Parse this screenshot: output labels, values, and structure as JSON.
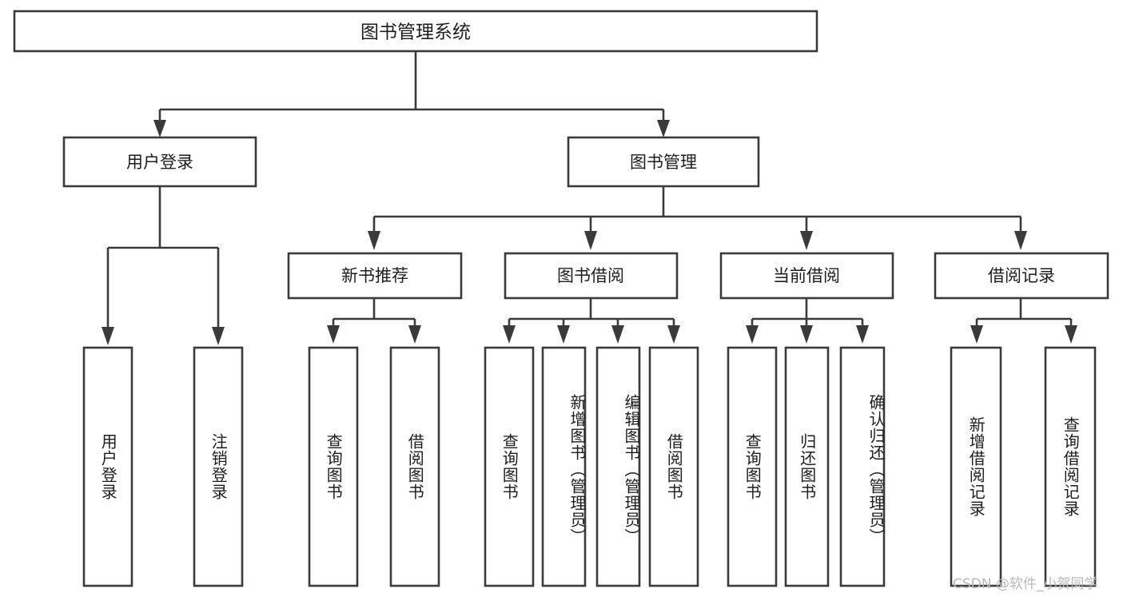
{
  "diagram": {
    "type": "tree-hierarchy-flowchart",
    "title": "图书管理系统",
    "root": {
      "id": "root",
      "label": "图书管理系统",
      "orientation": "horizontal"
    },
    "level1": [
      {
        "id": "user-login",
        "label": "用户登录",
        "orientation": "horizontal"
      },
      {
        "id": "book-manage",
        "label": "图书管理",
        "orientation": "horizontal"
      }
    ],
    "level2": [
      {
        "id": "new-book-recommend",
        "label": "新书推荐",
        "parent": "book-manage",
        "orientation": "horizontal"
      },
      {
        "id": "book-borrow",
        "label": "图书借阅",
        "parent": "book-manage",
        "orientation": "horizontal"
      },
      {
        "id": "current-borrow",
        "label": "当前借阅",
        "parent": "book-manage",
        "orientation": "horizontal"
      },
      {
        "id": "borrow-record",
        "label": "借阅记录",
        "parent": "book-manage",
        "orientation": "horizontal"
      }
    ],
    "leaves": [
      {
        "id": "leaf-user-login",
        "label": "用户登录",
        "parent": "user-login",
        "orientation": "vertical"
      },
      {
        "id": "leaf-logout-login",
        "label": "注销登录",
        "parent": "user-login",
        "orientation": "vertical"
      },
      {
        "id": "leaf-query-book-1",
        "label": "查询图书",
        "parent": "new-book-recommend",
        "orientation": "vertical"
      },
      {
        "id": "leaf-borrow-book-1",
        "label": "借阅图书",
        "parent": "new-book-recommend",
        "orientation": "vertical"
      },
      {
        "id": "leaf-query-book-2",
        "label": "查询图书",
        "parent": "book-borrow",
        "orientation": "vertical"
      },
      {
        "id": "leaf-add-book",
        "label": "新增图书（管理员）",
        "parent": "book-borrow",
        "orientation": "vertical"
      },
      {
        "id": "leaf-edit-book",
        "label": "编辑图书（管理员）",
        "parent": "book-borrow",
        "orientation": "vertical"
      },
      {
        "id": "leaf-borrow-book-2",
        "label": "借阅图书",
        "parent": "book-borrow",
        "orientation": "vertical"
      },
      {
        "id": "leaf-query-book-3",
        "label": "查询图书",
        "parent": "current-borrow",
        "orientation": "vertical"
      },
      {
        "id": "leaf-return-book",
        "label": "归还图书",
        "parent": "current-borrow",
        "orientation": "vertical"
      },
      {
        "id": "leaf-confirm-return",
        "label": "确认归还（管理员）",
        "parent": "current-borrow",
        "orientation": "vertical"
      },
      {
        "id": "leaf-add-record",
        "label": "新增借阅记录",
        "parent": "borrow-record",
        "orientation": "vertical"
      },
      {
        "id": "leaf-query-record",
        "label": "查询借阅记录",
        "parent": "borrow-record",
        "orientation": "vertical"
      }
    ],
    "colors": {
      "stroke": "#3a3a3a",
      "fill": "#ffffff",
      "text": "#1d1d1d",
      "watermark": "#b9b9b9",
      "background": "#ffffff"
    }
  },
  "watermark": {
    "text": "CSDN @软件_小贺同学"
  }
}
